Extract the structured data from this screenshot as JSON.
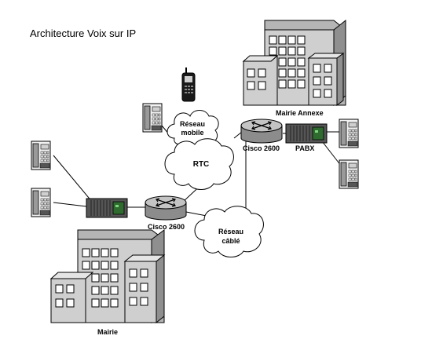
{
  "title": "Architecture Voix sur IP",
  "sites": {
    "mairie": "Mairie",
    "mairie_annexe": "Mairie Annexe"
  },
  "routers": {
    "main": "Cisco 2600",
    "annexe": "Cisco 2600"
  },
  "pabx_label": "PABX",
  "clouds": {
    "mobile": {
      "line1": "Réseau",
      "line2": "mobile"
    },
    "rtc": "RTC",
    "cable": {
      "line1": "Réseau",
      "line2": "câblé"
    }
  },
  "icons": [
    "building-icon",
    "router-icon",
    "pabx-icon",
    "desk-phone-icon",
    "mobile-phone-icon",
    "cloud-icon"
  ]
}
